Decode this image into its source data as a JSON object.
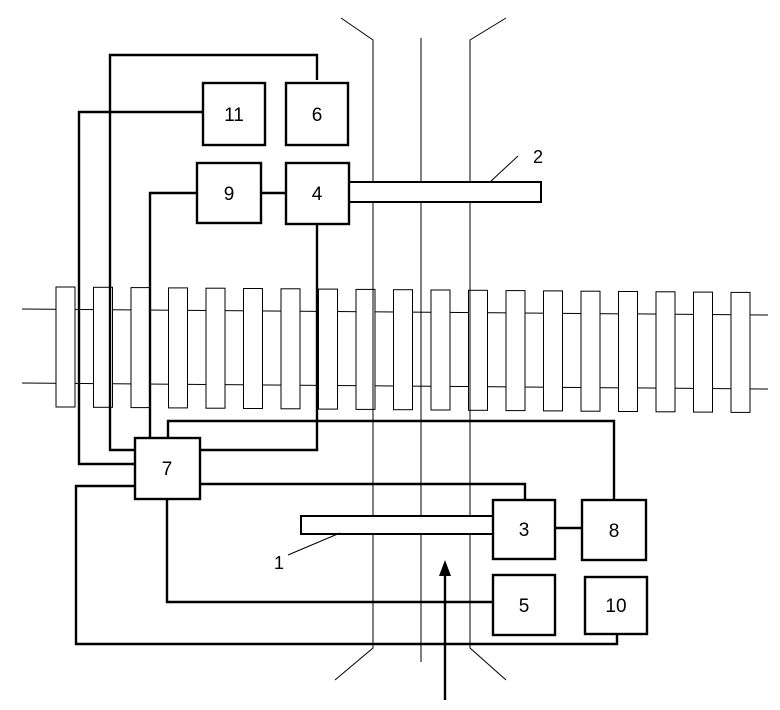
{
  "blocks": {
    "b1": "1",
    "b2": "2",
    "b3": "3",
    "b4": "4",
    "b5": "5",
    "b6": "6",
    "b7": "7",
    "b8": "8",
    "b9": "9",
    "b10": "10",
    "b11": "11"
  },
  "sleeper_count": 19
}
